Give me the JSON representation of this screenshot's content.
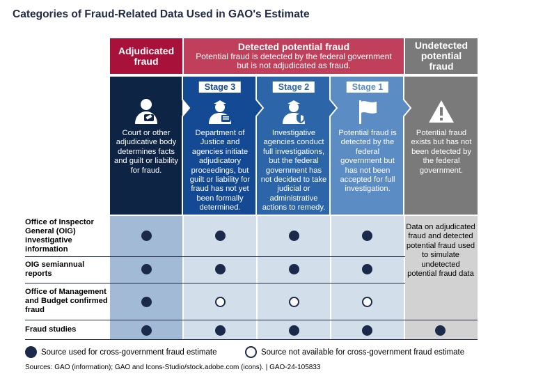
{
  "title": "Categories of Fraud-Related Data Used in GAO's Estimate",
  "headers": {
    "adjudicated": "Adjudicated fraud",
    "detected_title": "Detected potential fraud",
    "detected_subtitle": "Potential fraud is detected by the federal government but is not adjudicated as fraud.",
    "undetected": "Undetected potential fraud"
  },
  "columns": [
    {
      "stage": "",
      "icon": "judge-gavel-icon",
      "description": "Court or other adjudicative body determines facts and guilt or liability for fraud."
    },
    {
      "stage": "Stage 3",
      "icon": "officer-document-icon",
      "description": "Department of Justice and agencies initiate adjudicatory proceedings, but guilt or liability for fraud has not yet been formally determined."
    },
    {
      "stage": "Stage 2",
      "icon": "officer-shield-icon",
      "description": "Investigative agencies conduct full investigations, but the federal government has not decided to take judicial or administrative actions to remedy."
    },
    {
      "stage": "Stage 1",
      "icon": "flag-icon",
      "description": "Potential fraud is detected by the federal government but has not been accepted for full investigation."
    },
    {
      "stage": "",
      "icon": "warning-icon",
      "description": "Potential fraud exists but has not been detected by the federal government."
    }
  ],
  "rows": [
    {
      "label": "Office of Inspector General (OIG) investigative information",
      "marks": [
        "used",
        "used",
        "used",
        "used"
      ]
    },
    {
      "label": "OIG semiannual reports",
      "marks": [
        "used",
        "used",
        "used",
        "used"
      ]
    },
    {
      "label": "Office of Management and Budget confirmed fraud",
      "marks": [
        "used",
        "not_available",
        "not_available",
        "not_available"
      ]
    },
    {
      "label": "Fraud studies",
      "marks": [
        "used",
        "used",
        "used",
        "used",
        "used"
      ]
    }
  ],
  "undetected_note": "Data on adjudicated fraud and detected potential fraud used to simulate undetected potential fraud data",
  "legend": {
    "used": "Source used for cross-government fraud estimate",
    "not_available": "Source not available for cross-government fraud estimate"
  },
  "source": "Sources: GAO (information); GAO and Icons-Studio/stock.adobe.com (icons).  |  GAO-24-105833",
  "colors": {
    "adjudicated_header": "#a8123a",
    "detected_header": "#c0405b",
    "undetected_header": "#7a7a7a",
    "col1": "#0e2444",
    "col2": "#144a93",
    "col3": "#2d66a8",
    "col4": "#5c8cc4",
    "col5": "#7a7a7a",
    "lower_col1": "#a3bad6",
    "lower_other": "#d3deeb",
    "lower_undetected": "#d2d2d2",
    "dot": "#1b2a4a"
  }
}
